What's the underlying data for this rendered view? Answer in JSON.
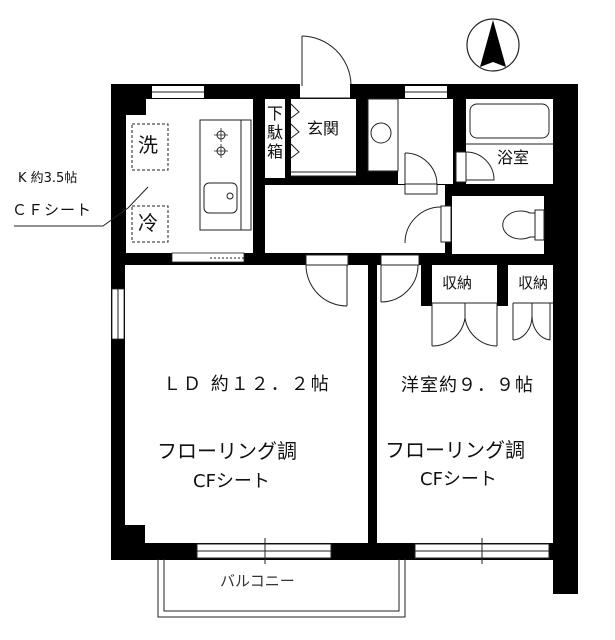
{
  "compass": {
    "direction": "N"
  },
  "kitchen": {
    "label": "K 約3.5帖",
    "floor": "ＣＦシート",
    "washer": "洗",
    "fridge": "冷"
  },
  "shoe_box": {
    "label": [
      "下",
      "駄",
      "箱"
    ]
  },
  "entrance": {
    "label": "玄関"
  },
  "bathroom": {
    "label": "浴室"
  },
  "living": {
    "title": "ＬＤ 約１２．２帖",
    "floor_line1": "フローリング調",
    "floor_line2": "CFシート"
  },
  "bedroom": {
    "title": "洋室約９．９帖",
    "floor_line1": "フローリング調",
    "floor_line2": "CFシート"
  },
  "storage": [
    {
      "label": "収納"
    },
    {
      "label": "収納"
    }
  ],
  "balcony": {
    "label": "バルコニー"
  },
  "colors": {
    "wall": "#000000",
    "floor": "#ffffff",
    "line": "#222222"
  }
}
